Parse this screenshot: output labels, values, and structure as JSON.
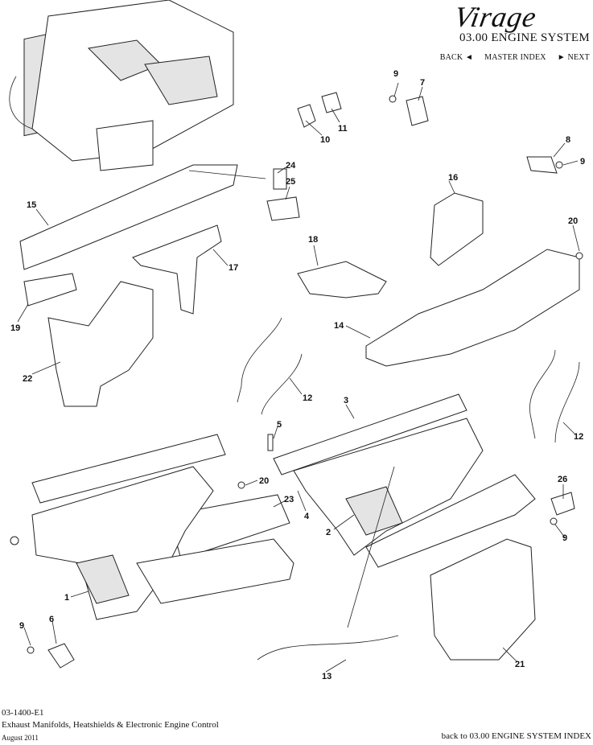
{
  "header": {
    "brand": "Virage",
    "section_title": "03.00 ENGINE SYSTEM",
    "nav": {
      "back": "BACK",
      "master_index": "MASTER INDEX",
      "next": "NEXT"
    }
  },
  "callouts": [
    "9",
    "7",
    "8",
    "9",
    "10",
    "11",
    "24",
    "25",
    "16",
    "15",
    "18",
    "17",
    "20",
    "19",
    "14",
    "22",
    "12",
    "12",
    "3",
    "5",
    "20",
    "23",
    "4",
    "2",
    "1",
    "26",
    "9",
    "9",
    "6",
    "13",
    "21"
  ],
  "footer": {
    "code": "03-1400-E1",
    "title": "Exhaust Manifolds, Heatshields & Electronic Engine Control",
    "date": "August 2011",
    "back_link": "back to 03.00 ENGINE SYSTEM INDEX"
  },
  "colors": {
    "ink": "#111111",
    "shade": "#e4e4e4",
    "background": "#ffffff"
  }
}
